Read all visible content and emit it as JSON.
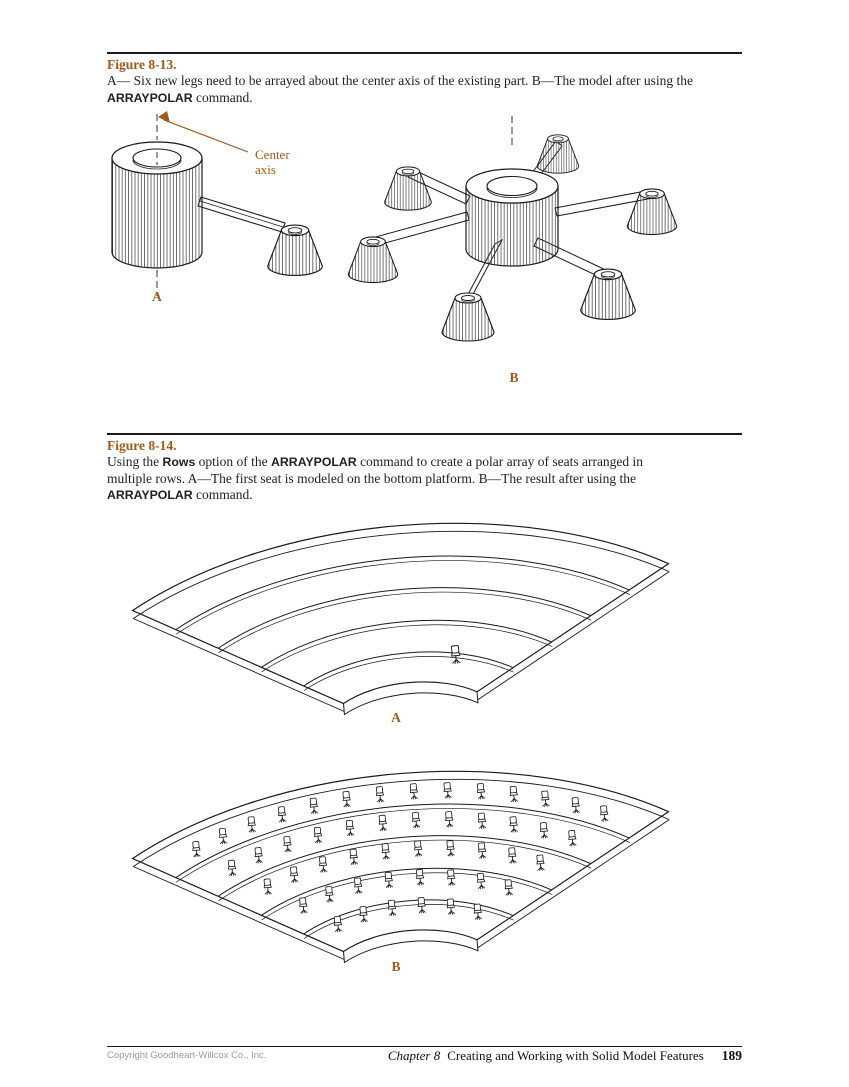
{
  "accent_color": "#9c5a1f",
  "figure13": {
    "title": "Figure 8-13.",
    "caption": {
      "p1": "A— Six new legs need to be arrayed about the center axis of the existing part. B—The model after using the ",
      "b1": "ARRAYPOLAR",
      "p2": " command."
    },
    "center_axis_label": "Center axis",
    "label_a": "A",
    "label_b": "B"
  },
  "figure14": {
    "title": "Figure 8-14.",
    "caption": {
      "p1": "Using the ",
      "b1": "Rows",
      "p2": " option of the ",
      "b2": "ARRAYPOLAR",
      "p3": " command to create a polar array of seats arranged in multiple rows. A—The first seat is modeled on the bottom platform. B—The result after using the ",
      "b3": "ARRAYPOLAR",
      "p4": " command."
    },
    "label_a": "A",
    "label_b": "B"
  },
  "footer": {
    "copyright": "Copyright Goodheart-Willcox Co., Inc.",
    "chapter_label": "Chapter 8",
    "chapter_title": "Creating and Working with Solid Model Features",
    "page_number": "189"
  }
}
